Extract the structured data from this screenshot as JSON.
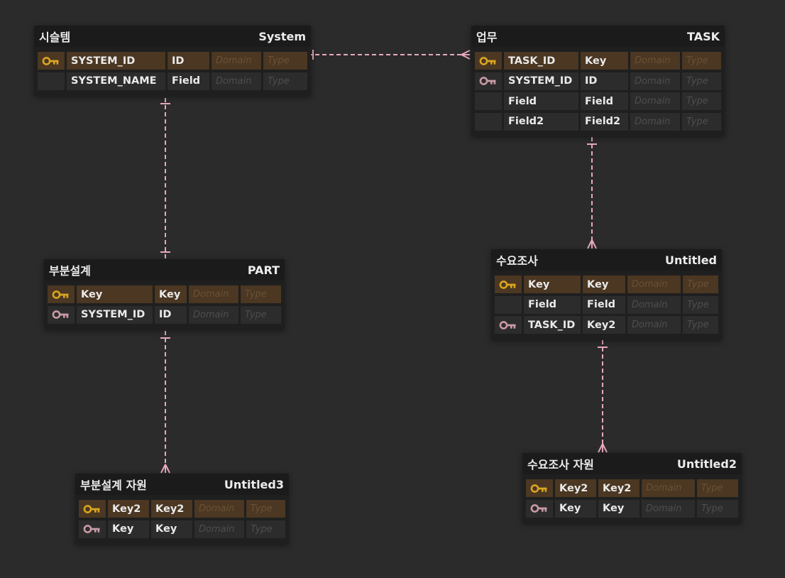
{
  "colors": {
    "pk_key_icon": "#d9a520",
    "fk_key_icon": "#c99aa6",
    "relation_line": "#e8a9ba",
    "pk_row_fill": "#4b3722",
    "row_fill": "#2c2c2c",
    "entity_bg": "#1f1f1f",
    "canvas_bg": "#2b2b2b"
  },
  "entities": [
    {
      "id": "system",
      "logical": "시슬템",
      "physical": "System",
      "rows": [
        {
          "key": "pk",
          "logical": "SYSTEM_ID",
          "physical": "ID",
          "domain": "Domain",
          "type": "Type"
        },
        {
          "key": "none",
          "logical": "SYSTEM_NAME",
          "physical": "Field",
          "domain": "Domain",
          "type": "Type"
        }
      ]
    },
    {
      "id": "task",
      "logical": "업무",
      "physical": "TASK",
      "rows": [
        {
          "key": "pk",
          "logical": "TASK_ID",
          "physical": "Key",
          "domain": "Domain",
          "type": "Type"
        },
        {
          "key": "fk",
          "logical": "SYSTEM_ID",
          "physical": "ID",
          "domain": "Domain",
          "type": "Type"
        },
        {
          "key": "none",
          "logical": "Field",
          "physical": "Field",
          "domain": "Domain",
          "type": "Type"
        },
        {
          "key": "none",
          "logical": "Field2",
          "physical": "Field2",
          "domain": "Domain",
          "type": "Type"
        }
      ]
    },
    {
      "id": "part",
      "logical": "부분설계",
      "physical": "PART",
      "rows": [
        {
          "key": "pk",
          "logical": "Key",
          "physical": "Key",
          "domain": "Domain",
          "type": "Type"
        },
        {
          "key": "fk",
          "logical": "SYSTEM_ID",
          "physical": "ID",
          "domain": "Domain",
          "type": "Type"
        }
      ]
    },
    {
      "id": "untitled",
      "logical": "수요조사",
      "physical": "Untitled",
      "rows": [
        {
          "key": "pk",
          "logical": "Key",
          "physical": "Key",
          "domain": "Domain",
          "type": "Type"
        },
        {
          "key": "none",
          "logical": "Field",
          "physical": "Field",
          "domain": "Domain",
          "type": "Type"
        },
        {
          "key": "fk",
          "logical": "TASK_ID",
          "physical": "Key2",
          "domain": "Domain",
          "type": "Type"
        }
      ]
    },
    {
      "id": "untitled3",
      "logical": "부분설계 자원",
      "physical": "Untitled3",
      "rows": [
        {
          "key": "pk",
          "logical": "Key2",
          "physical": "Key2",
          "domain": "Domain",
          "type": "Type"
        },
        {
          "key": "fk",
          "logical": "Key",
          "physical": "Key",
          "domain": "Domain",
          "type": "Type"
        }
      ]
    },
    {
      "id": "untitled2",
      "logical": "수요조사 자원",
      "physical": "Untitled2",
      "rows": [
        {
          "key": "pk",
          "logical": "Key2",
          "physical": "Key2",
          "domain": "Domain",
          "type": "Type"
        },
        {
          "key": "fk",
          "logical": "Key",
          "physical": "Key",
          "domain": "Domain",
          "type": "Type"
        }
      ]
    }
  ],
  "relations": [
    {
      "from": "system",
      "to": "task",
      "notation": "one-to-many"
    },
    {
      "from": "system",
      "to": "part",
      "notation": "one-to-one"
    },
    {
      "from": "task",
      "to": "untitled",
      "notation": "one-to-many"
    },
    {
      "from": "part",
      "to": "untitled3",
      "notation": "one-to-many"
    },
    {
      "from": "untitled",
      "to": "untitled2",
      "notation": "one-to-many"
    }
  ]
}
